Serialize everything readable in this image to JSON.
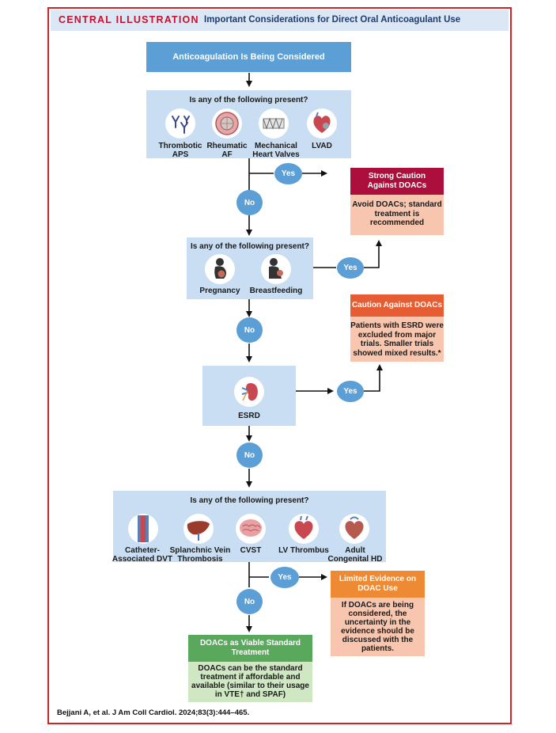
{
  "header": {
    "brand": "CENTRAL ILLUSTRATION",
    "title": "Important Considerations for Direct Oral Anticoagulant Use"
  },
  "start": {
    "label": "Anticoagulation Is Being Considered"
  },
  "step1": {
    "question": "Is any of the following present?",
    "items": [
      {
        "label_line1": "Thrombotic",
        "label_line2": "APS",
        "icon": "antibody-icon"
      },
      {
        "label_line1": "Rheumatic",
        "label_line2": "AF",
        "icon": "heart-valve-icon"
      },
      {
        "label_line1": "Mechanical",
        "label_line2": "Heart Valves",
        "icon": "mechanical-valve-icon"
      },
      {
        "label_line1": "LVAD",
        "label_line2": "",
        "icon": "lvad-heart-icon"
      }
    ]
  },
  "step2": {
    "question": "Is any of the following present?",
    "items": [
      {
        "label": "Pregnancy",
        "icon": "pregnancy-icon"
      },
      {
        "label": "Breastfeeding",
        "icon": "breastfeeding-icon"
      }
    ]
  },
  "step3": {
    "label": "ESRD",
    "icon": "kidney-icon"
  },
  "step4": {
    "question": "Is any of the following present?",
    "items": [
      {
        "label_line1": "Catheter-",
        "label_line2": "Associated DVT",
        "icon": "vein-icon"
      },
      {
        "label_line1": "Splanchnic Vein",
        "label_line2": "Thrombosis",
        "icon": "liver-icon"
      },
      {
        "label_line1": "CVST",
        "label_line2": "",
        "icon": "brain-icon"
      },
      {
        "label_line1": "LV Thrombus",
        "label_line2": "",
        "icon": "heart-icon"
      },
      {
        "label_line1": "Adult",
        "label_line2": "Congenital HD",
        "icon": "congenital-heart-icon"
      }
    ]
  },
  "decisions": {
    "yes": "Yes",
    "no": "No"
  },
  "outcomes": {
    "strong_caution": {
      "title_line1": "Strong Caution",
      "title_line2": "Against DOACs",
      "body_lines": [
        "Avoid DOACs; standard",
        "treatment is",
        "recommended"
      ],
      "title_color": "#ad0f3c",
      "body_color": "#f8c6ae"
    },
    "caution": {
      "title_line1": "Caution Against DOACs",
      "body_lines": [
        "Patients with ESRD were",
        "excluded from major",
        "trials. Smaller trials",
        "showed mixed results.*"
      ],
      "title_color": "#e65d34",
      "body_color": "#f8c6ae"
    },
    "limited": {
      "title_line1": "Limited Evidence on",
      "title_line2": "DOAC Use",
      "body_lines": [
        "If DOACs are being",
        "considered, the",
        "uncertainty in the",
        "evidence should be",
        "discussed with the",
        "patients."
      ],
      "title_color": "#ee8a33",
      "body_color": "#f8c6ae"
    },
    "viable": {
      "title_line1": "DOACs as Viable Standard",
      "title_line2": "Treatment",
      "body_lines": [
        "DOACs can be the standard",
        "treatment if affordable and",
        "available (similar to their usage",
        "in VTE† and SPAF)"
      ],
      "title_color": "#5aa85c",
      "body_color": "#cfe7c3"
    }
  },
  "citation": "Bejjani A, et al. J Am Coll Cardiol. 2024;83(3):444–465.",
  "colors": {
    "frame": "#d2232a",
    "header_bg": "#dbe7f4",
    "start_box": "#5b9fd6",
    "question_box": "#c9def2",
    "decision_circle": "#5b9fd6"
  }
}
